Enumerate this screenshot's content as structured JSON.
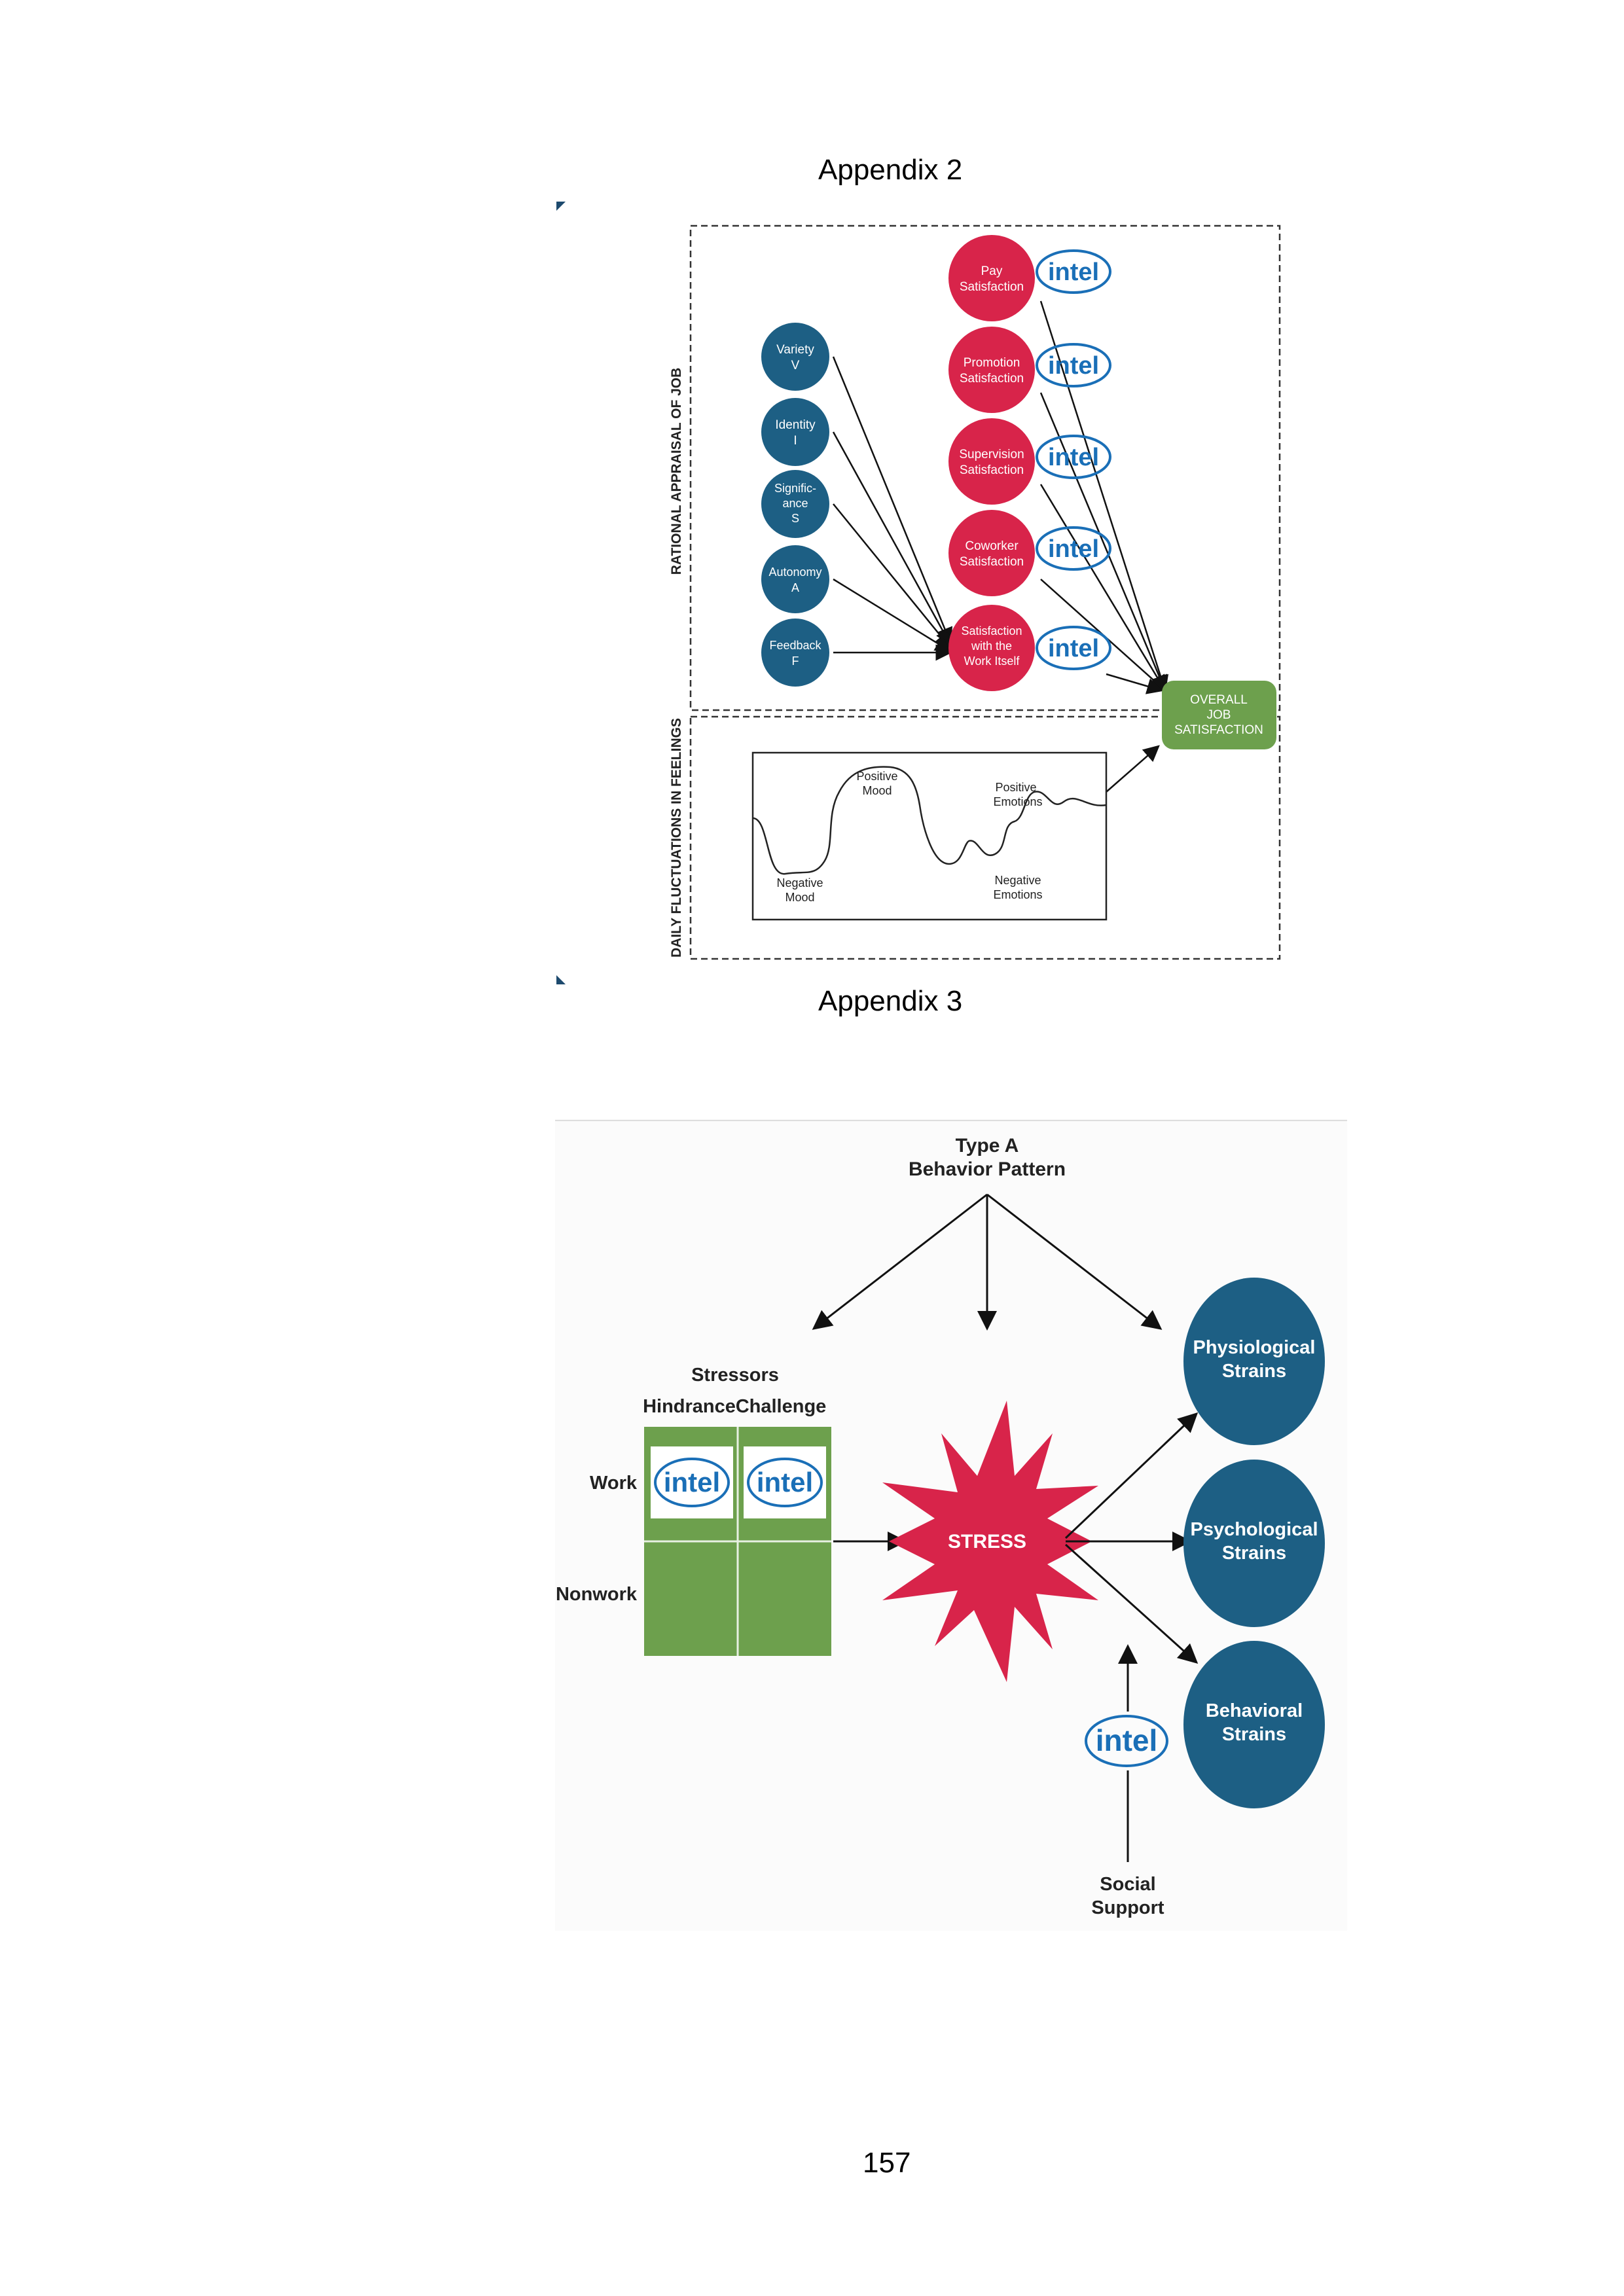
{
  "appendix2": {
    "heading": "Appendix 2",
    "section_top": "RATIONAL APPRAISAL OF JOB",
    "section_bottom": "DAILY FLUCTUATIONS IN FEELINGS",
    "blue_nodes": [
      {
        "l1": "Variety",
        "l2": "V"
      },
      {
        "l1": "Identity",
        "l2": "I"
      },
      {
        "l1": "Signific-",
        "l2": "ance",
        "l3": "S"
      },
      {
        "l1": "Autonomy",
        "l2": "A"
      },
      {
        "l1": "Feedback",
        "l2": "F"
      }
    ],
    "red_nodes": [
      {
        "l1": "Pay",
        "l2": "Satisfaction"
      },
      {
        "l1": "Promotion",
        "l2": "Satisfaction"
      },
      {
        "l1": "Supervision",
        "l2": "Satisfaction"
      },
      {
        "l1": "Coworker",
        "l2": "Satisfaction"
      },
      {
        "l1": "Satisfaction",
        "l2": "with the",
        "l3": "Work Itself"
      }
    ],
    "logo_text": "intel",
    "overall": {
      "l1": "OVERALL",
      "l2": "JOB",
      "l3": "SATISFACTION"
    },
    "mood": {
      "positive_mood": {
        "l1": "Positive",
        "l2": "Mood"
      },
      "negative_mood": {
        "l1": "Negative",
        "l2": "Mood"
      },
      "positive_emotions": {
        "l1": "Positive",
        "l2": "Emotions"
      },
      "negative_emotions": {
        "l1": "Negative",
        "l2": "Emotions"
      }
    }
  },
  "appendix3": {
    "heading": "Appendix 3",
    "type_a": {
      "l1": "Type A",
      "l2": "Behavior Pattern"
    },
    "stressors": "Stressors",
    "hindrance": "Hindrance",
    "challenge": "Challenge",
    "work": "Work",
    "nonwork": "Nonwork",
    "stress": "STRESS",
    "strains": [
      {
        "l1": "Physiological",
        "l2": "Strains"
      },
      {
        "l1": "Psychological",
        "l2": "Strains"
      },
      {
        "l1": "Behavioral",
        "l2": "Strains"
      }
    ],
    "social_support": {
      "l1": "Social",
      "l2": "Support"
    },
    "logo_text": "intel"
  },
  "page_number": "157",
  "colors": {
    "blue": "#1d5f84",
    "red": "#d8244a",
    "green": "#6da04d",
    "dark_blue": "#154a6e"
  }
}
